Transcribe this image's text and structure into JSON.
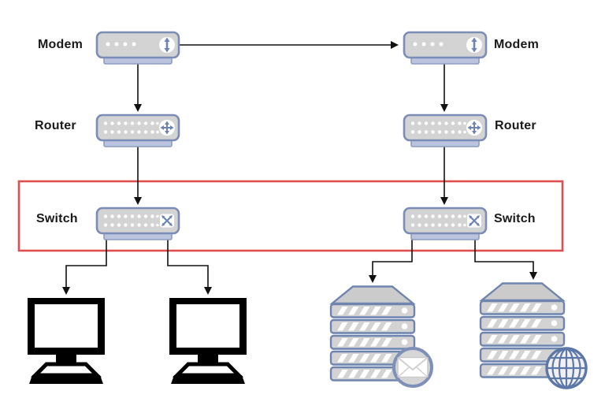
{
  "labels": {
    "modem_left": "Modem",
    "modem_right": "Modem",
    "router_left": "Router",
    "router_right": "Router",
    "switch_left": "Switch",
    "switch_right": "Switch"
  },
  "nodes": [
    {
      "id": "modem-left",
      "type": "modem",
      "label": "Modem",
      "icon": "up-down-arrow-icon"
    },
    {
      "id": "modem-right",
      "type": "modem",
      "label": "Modem",
      "icon": "up-down-arrow-icon"
    },
    {
      "id": "router-left",
      "type": "router",
      "label": "Router",
      "icon": "cross-arrows-icon"
    },
    {
      "id": "router-right",
      "type": "router",
      "label": "Router",
      "icon": "cross-arrows-icon"
    },
    {
      "id": "switch-left",
      "type": "switch",
      "label": "Switch",
      "icon": "diagonal-arrows-icon"
    },
    {
      "id": "switch-right",
      "type": "switch",
      "label": "Switch",
      "icon": "diagonal-arrows-icon"
    },
    {
      "id": "computer-1",
      "type": "desktop-computer"
    },
    {
      "id": "computer-2",
      "type": "desktop-computer"
    },
    {
      "id": "server-mail",
      "type": "server-stack",
      "badge": "envelope-icon"
    },
    {
      "id": "server-web",
      "type": "server-stack",
      "badge": "globe-icon"
    }
  ],
  "edges": [
    {
      "from": "modem-left",
      "to": "modem-right",
      "arrow": true
    },
    {
      "from": "modem-left",
      "to": "router-left",
      "arrow": true
    },
    {
      "from": "router-left",
      "to": "switch-left",
      "arrow": true
    },
    {
      "from": "switch-left",
      "to": "computer-1",
      "arrow": true
    },
    {
      "from": "switch-left",
      "to": "computer-2",
      "arrow": true
    },
    {
      "from": "modem-right",
      "to": "router-right",
      "arrow": true
    },
    {
      "from": "router-right",
      "to": "switch-right",
      "arrow": true
    },
    {
      "from": "switch-right",
      "to": "server-mail",
      "arrow": true
    },
    {
      "from": "switch-right",
      "to": "server-web",
      "arrow": true
    }
  ],
  "highlight_box": {
    "around": [
      "switch-left",
      "switch-right"
    ],
    "color": "#e04f4f"
  },
  "colors": {
    "device_fill": "#d3d3d3",
    "device_border": "#7b8db6",
    "device_base": "#bac4de",
    "icon_accent": "#6d84b4",
    "server_border": "#6f85b0",
    "highlight": "#e04f4f",
    "connector": "#111111",
    "label_text": "#1a1a1a",
    "computer": "#000000"
  }
}
